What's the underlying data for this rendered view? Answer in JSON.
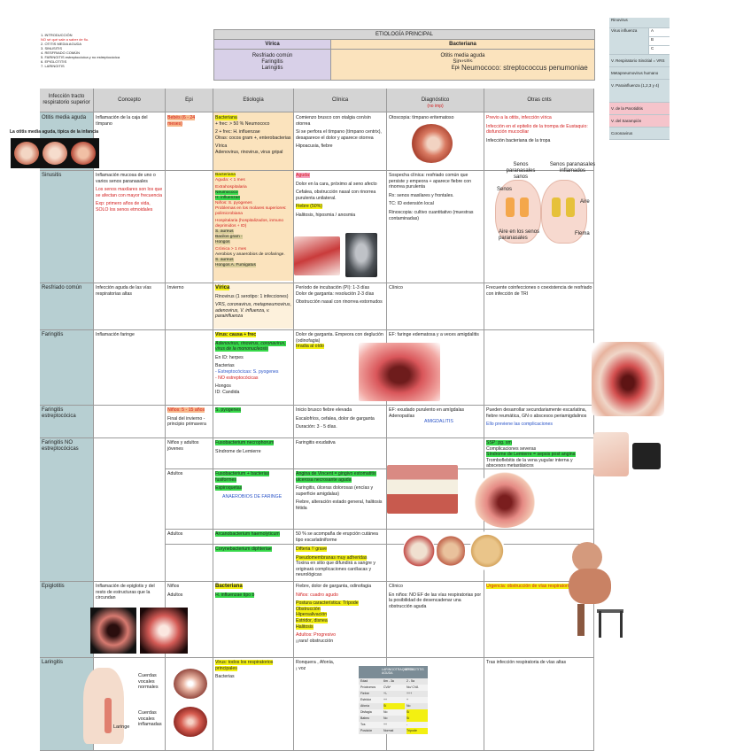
{
  "index": [
    "1. INTRODUCCIÓN",
    "NO sé qué sale a saber de flu.",
    "2. OTITIS MEDIA AGUDA",
    "3. SINUSITIS",
    "4. RESFRIADO COMÚN",
    "5. FARINGITIS estreptocócica y no estreptocócica",
    "6. EPIGLOTITIS",
    "7. LARINGITIS"
  ],
  "etiologia_principal": {
    "title": "ETIOLOGÍA PRINCIPAL",
    "viral_header": "Vírica",
    "viral_items": [
      "Resfriado común",
      "Faringitis",
      "Laringitis"
    ],
    "bacterial_header": "Bacteriana",
    "bacterial_items": [
      "Otitis media aguda",
      "Sinusitis",
      "Epiglotitis"
    ]
  },
  "neumococo_note": "Neumococo: streptococcus penumoniae",
  "sidebox": {
    "items": [
      "Rinovirus",
      "Virus influenza",
      "A",
      "B",
      "C",
      "V. Respiratorio Sincitial = VRS",
      "Metapneumovirus humano",
      "V. Parainfluenza (1,2,3 y 4)",
      "V. de la Parotiditis",
      "V. del Sarampión",
      "Coronavirus"
    ]
  },
  "table": {
    "headers": [
      "Infección tracto respiratorio superior",
      "Concepto",
      "Epi",
      "Etiología",
      "Clínica",
      "Diagnóstico",
      "Otras cnts"
    ],
    "diag_note": "(no imp)",
    "rows": {
      "otitis": {
        "label": "Otitis media aguda",
        "concepto": "Inflamación de la caja del tímpano",
        "epi": "Bebés (6 - 24 meses)",
        "etio": [
          "Bacteriana",
          "+ frec: > 50 % Neumococo",
          "2 + frec: H. influenzae",
          "Otras: cocos gram +, enterobacterias",
          "Vírica",
          "Adenovirus, rinovirus, virus gripal"
        ],
        "clinica": [
          "Comienzo brusco con otalgia con/sin otorrea",
          "Si se perfora el tímpano (tímpano centrix), desaparece el dolor y aparece otorrea",
          "Hipoacusia, fiebre"
        ],
        "diag": "Otoscopia: tímpano eritematoso",
        "otras": [
          "Previo a la otitis, infección vírica",
          "Infección en el epitelio de la trompa de Eustaquio: disfunción mucociliar",
          "Infección bacteriana de la tropa"
        ],
        "img_caption": "La otitis media aguda, típica de la infancia"
      },
      "sinusitis": {
        "label": "Sinusitis",
        "concepto": "Inflamación mucosa de uno o varios senos paranasales",
        "concepto2": "Los senos maxilares son los que se afectan con mayor frecuencia",
        "concepto3": "Exp: primero años de vida, SOLO los senos etmoidales",
        "etio": [
          "Bacteriana",
          "Aguda: < 1 mes",
          "Extrahospitalaria",
          "Neumococo",
          "H. influenzae",
          "Niños: S. pyogenes",
          "Problemas en los molares superiores: polimicrobiana",
          "Hospitalaria (hospitalizados, inmuno deprimidos + ID)",
          "S. aureus",
          "Bacilos gram -",
          "Hongos",
          "Crónica > 1 mes",
          "Aerobios y anaerobios de orofaringe.",
          "S. aureus",
          "Hongos A. Fumigatus"
        ],
        "clinica": [
          "Aguda:",
          "Dolor en la cara, próximo al seno afecto",
          "Cefalea, obstrucción nasal con rinorrea purulenta unilateral.",
          "Fiebre (50%)",
          "Halitosis, hiposmia / anosmia"
        ],
        "diag": [
          "Sospecha clínica: resfriado común que persiste y empeora + aparece fiebre con rinorrea purulenta",
          "Rx: senos maxilares y frontales.",
          "TC: ID extensión local",
          "Rinoscopia: cultivo cuantitativo (muestras contaminadas)"
        ],
        "sinus_labels": [
          "Senos paranasales sanos",
          "Senos paranasales inflamados",
          "Senos",
          "Aire",
          "Aire en los senos paranasales",
          "Flema"
        ]
      },
      "resfriado": {
        "label": "Resfriado común",
        "concepto": "Infección aguda de las vías respiratorias altas",
        "epi": "Invierno",
        "etio": [
          "Vírica",
          "Rinovirus (1 serotipo: 1 infecciones)",
          "VRS, coronavirus, metapneumovirus, adenovirus, V. influenza, v. parainfluenza"
        ],
        "clinica": [
          "Período de incubación (PI): 1-3 días",
          "Dolor de garganta: resolución 2-3 días",
          "Obstrucción nasal con rinorrea estornudos"
        ],
        "diag": "Clínico",
        "otras": "Frecuente coinfecciones o coexistencia de resfriado con infección de TRI"
      },
      "faringitis": {
        "label": "Faringitis",
        "concepto": "Inflamación faringe",
        "etio": [
          "Virus: causa + frec",
          "Adenovirus, rinovirus, coronavirus, virus de la mononucleosis",
          "En ID: herpes",
          "Bacterias",
          "- Estreptocócicas: S. pyogenes",
          "- NO estreptocócicas",
          "Hongos",
          "ID: Candida"
        ],
        "clinica": [
          "Dolor de garganta. Empeora con deglución (odinofagia)",
          "Irradia al oído"
        ],
        "diag": "EF: faringe edematosa y a veces amigdalitis"
      },
      "faringitis_estrep": {
        "label": "Faringitis estreptocócica",
        "epi": "Niños: 5 - 15 años",
        "epi2": "Final del invierno - principio primavera",
        "etio": "S. pyogenes",
        "clinica": [
          "Inicio brusco fiebre elevada",
          "Escalofríos, cefalea, dolor de garganta",
          "Duración: 3 - 5 días."
        ],
        "diag": [
          "EF: exudado purulento en amígdalas",
          "Adenopatías",
          "AMIGDALITIS"
        ],
        "otras": [
          "Pueden desarrollar secundariamente escarlatina, fiebre reumática, GN o abscesos periamigdalinos",
          "Ello previene las complicaciones"
        ]
      },
      "faringitis_no": {
        "label": "Faringitis NO estreptocócicas",
        "epi_a": "Niños y adultos jóvenes",
        "etio_a": "Fusobacterium necrophorum",
        "clin_a": "Faringitis exudativa",
        "extra_a": "Síndrome de Lemierre",
        "otras_a": [
          "SSP: pg. sm",
          "Complicaciones severas",
          "Síndrome de Lemierre = sepsis post angina",
          "Tromboflebitis de la vena yugular interna y abscesos metastásicos"
        ],
        "epi_b": "Adultos",
        "etio_b": [
          "Fusobacterium + bacterias fusiformes",
          "Espiroquetas",
          "ANAEROBIOS DE FARINGE"
        ],
        "clin_b": [
          "Angina de Vincent = gingivo estomatitis ulcerosa necrosante aguda",
          "Faringitis, úlceras dolorosas (encías y superficie amigdalas)",
          "Fiebre, alteración estado general, halitosis fétida"
        ],
        "epi_c": "Adultos",
        "etio_c": "Arcanobacterium haemolyticum",
        "clin_c": "50 % se acompaña de erupción cutánea tipo escarlatiniforme",
        "etio_d": "Corynebacterium diphteriae",
        "clin_d": [
          "Difteria !! grave",
          "Pseudomembranas muy adheridas",
          "Toxina en sitio que difundirá a sangre y originará complicaciones cardíacas y neurológicas"
        ]
      },
      "epiglotitis": {
        "label": "Epiglotitis",
        "concepto": "Inflamación de epiglotis y del resto de estructuras que la circundan",
        "epi": [
          "Niños",
          "Adultos"
        ],
        "etio": [
          "Bacteriana",
          "H. influenzae tipo b"
        ],
        "clinica": [
          "Fiebre, dolor de garganta, odinofagia",
          "Niños: cuadro agudo",
          "Postura característica: Trípode",
          "Obstrucción",
          "Hipersalivación",
          "Estridor, disnea",
          "Halitosis",
          "Adultos: Progresivo",
          "¡¡rara! obstrucción"
        ],
        "diag": [
          "Clínico",
          "En niños: NO EF de las vías respiratorias por la posibilidad de desencadenar una obstrucción aguda"
        ],
        "otras": "Urgencia: obstrucción de vías respiratorias"
      },
      "laringitis": {
        "label": "Laringitis",
        "etio": [
          "Virus: todos los respiratorios principales",
          "Bacterias"
        ],
        "clinica": [
          "Ronquera , Afonía,",
          "¡ voz"
        ],
        "otras": "Tras infección respiratoria de vías altas",
        "img_labels": [
          "Cuerdas vocales normales",
          "Cuerdas vocales inflamadas",
          "Laringe"
        ]
      }
    }
  },
  "mini_table": {
    "headers": [
      "",
      "LARINGOTRAQUEITIS AGUDA",
      "EPIGLOTITIS"
    ],
    "rows": [
      [
        "Edad",
        "6m - 3a",
        "2 - 5a"
      ],
      [
        "Pródromos",
        "CVA*",
        "No/ CVA"
      ],
      [
        "Fiebre",
        "+/-",
        "+++"
      ],
      [
        "Estridor",
        "++",
        "+"
      ],
      [
        "Afonía",
        "Sí",
        "No"
      ],
      [
        "Disfagia",
        "No",
        "Sí"
      ],
      [
        "Babeo",
        "No",
        "Sí"
      ],
      [
        "Tos",
        "++",
        "-"
      ],
      [
        "Posición",
        "Normal",
        "Trípode"
      ]
    ]
  },
  "colors": {
    "row_label_bg": "#b7cfd2",
    "etio_bg": "#fbe3bd",
    "viral_bg": "#d8d0e8",
    "header_bg": "#d4d4d4",
    "highlight_green": "#37d84a",
    "highlight_yellow": "#f3f011",
    "red_text": "#d21c1c"
  }
}
